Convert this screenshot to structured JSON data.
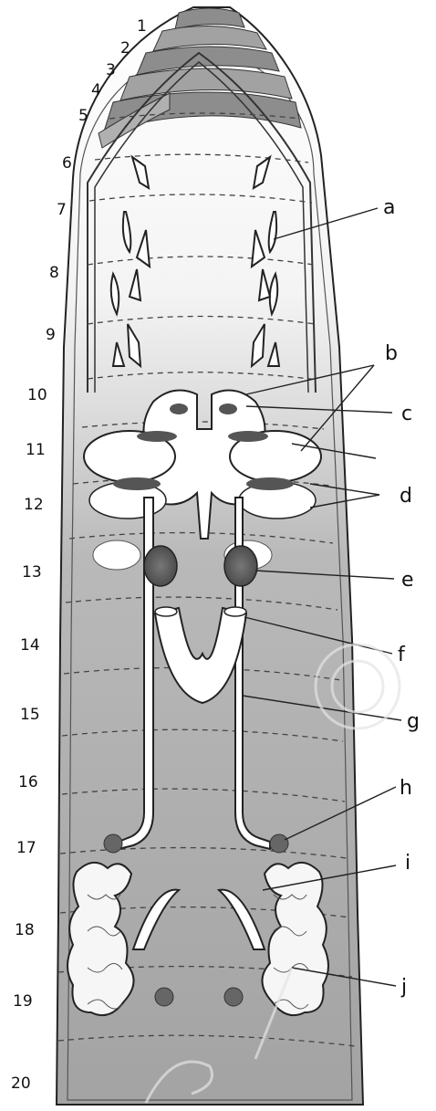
{
  "diagram": {
    "segment_numbers": [
      "1",
      "2",
      "3",
      "4",
      "5",
      "6",
      "7",
      "8",
      "9",
      "10",
      "11",
      "12",
      "13",
      "14",
      "15",
      "16",
      "17",
      "18",
      "19",
      "20"
    ],
    "part_labels": [
      "a",
      "b",
      "c",
      "d",
      "e",
      "f",
      "g",
      "h",
      "i",
      "j"
    ]
  }
}
